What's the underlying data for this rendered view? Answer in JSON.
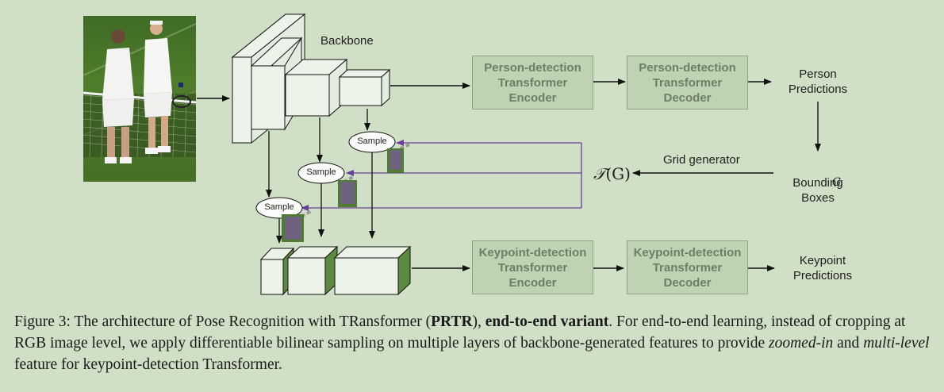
{
  "labels": {
    "backbone": "Backbone",
    "person_encoder": "Person-detection\nTransformer\nEncoder",
    "person_decoder": "Person-detection\nTransformer\nDecoder",
    "person_predictions": "Person\nPredictions",
    "bounding_boxes": "Bounding\nBoxes",
    "bounding_boxes_symbol": "G",
    "grid_generator": "Grid generator",
    "transform_symbol": "𝒯",
    "transform_arg": "(G)",
    "sample": "Sample",
    "keypoint_encoder": "Keypoint-detection\nTransformer\nEncoder",
    "keypoint_decoder": "Keypoint-detection\nTransformer\nDecoder",
    "keypoint_predictions": "Keypoint\nPredictions"
  },
  "caption": {
    "p1": "Figure 3: The architecture of Pose Recognition with TRansformer (",
    "b1": "PRTR",
    "p2": "), ",
    "b2": "end-to-end variant",
    "p3": ".  For end-to-end learning, instead of cropping at RGB image level, we apply differentiable bilinear sampling on multiple layers of backbone-generated features to provide ",
    "i1": "zoomed-in",
    "p4": " and ",
    "i2": "multi-level",
    "p5": " feature for keypoint-detection Transformer."
  },
  "colors": {
    "background": "#cfe0c6",
    "box_fill": "#bdd3b2",
    "box_text": "#6d7e69",
    "feedback_arrow": "#6a3d9a"
  }
}
